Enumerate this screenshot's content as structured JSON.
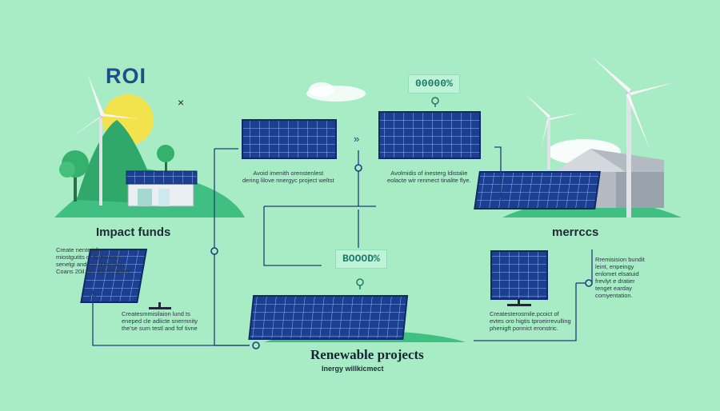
{
  "title": "ROI",
  "close_symbol": "×",
  "headings": {
    "impact": "Impact funds",
    "metrics": "merrccs",
    "renewable": "Renewable projects",
    "renewable_sub": "Inergy willkicmect"
  },
  "badges": {
    "top": "00000%",
    "mid": "BOOOD%"
  },
  "paragraphs": {
    "left": "Create nenterirlty\nmiostgutits of flletminiall\nsenelgi and ren fieve flien\nCoans 20il atd sobecl scner",
    "bottom_left": "Createsmmisilaion lund ts\neneped cle adiicte snermnity\nthe'se sum testl and fof tivne",
    "top_center": "Avoid imenith orenstenlest\ndering lilove nnergyc project weltst",
    "top_right": "Avolmidis of inesterg ldistalie\neolacte wir renmect tinalite flye.",
    "bottom_right": "Createsterosmile.pcoict of\nevtes oro higtis tproeirrevulling\nphenigft ponnict eronstric.",
    "right": "Rremisision bundit\nleint, enpeingy\nenlomet elsatuid\nfrevlyt e dratier\ntenget earday\ncomyentation."
  },
  "colors": {
    "background": "#a8ecc6",
    "panel": "#1c3f8f",
    "panel_grid": "#8fb4ff",
    "hill": "#3fbf82",
    "tree": "#34b16c",
    "sun": "#f2e34d",
    "line": "#1f3e7a",
    "turbine": "#dfe3e8",
    "barn": "#9aa3ad"
  },
  "icons": [
    "wind-turbine-icon",
    "solar-panel-icon",
    "sun-icon",
    "cloud-icon",
    "tree-icon",
    "house-icon",
    "barn-icon",
    "lightbulb-icon",
    "close-icon",
    "chevron-right-icon",
    "connector-node-icon"
  ]
}
